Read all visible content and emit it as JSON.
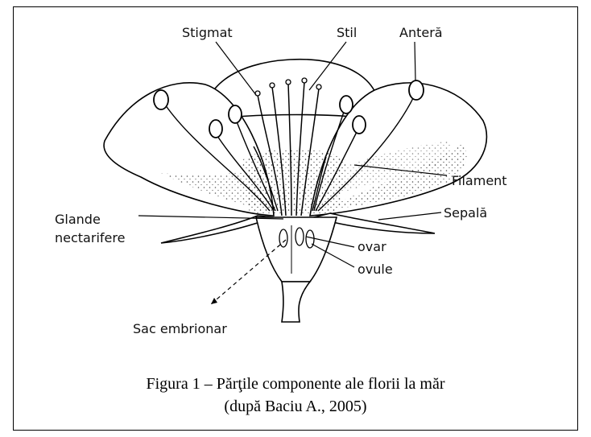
{
  "labels": {
    "stigmat": "Stigmat",
    "stil": "Stil",
    "antera": "Anteră",
    "filament": "Filament",
    "sepala": "Sepală",
    "glande_line1": "Glande",
    "glande_line2": "nectarifere",
    "ovar": "ovar",
    "ovule": "ovule",
    "sac_embrionar": "Sac embrionar"
  },
  "caption": {
    "line1": "Figura 1 – Părţile componente ale florii la măr",
    "line2": "(după Baciu A., 2005)"
  }
}
